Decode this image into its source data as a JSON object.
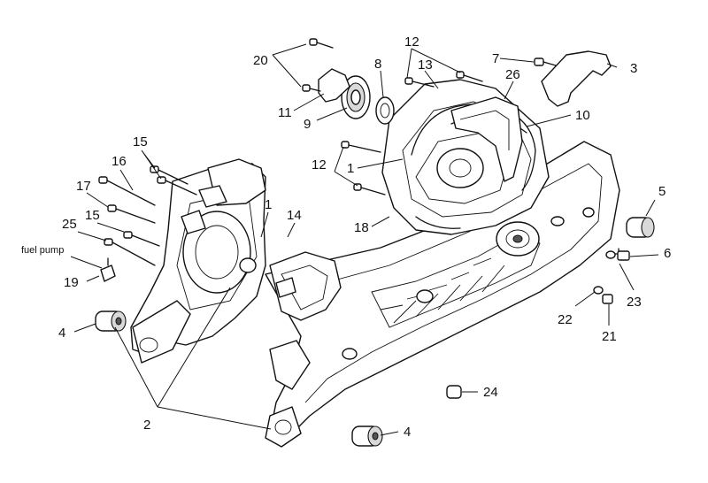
{
  "callouts": {
    "c1a": "1",
    "c1b": "1",
    "c2": "2",
    "c3": "3",
    "c4a": "4",
    "c4b": "4",
    "c5": "5",
    "c6": "6",
    "c7": "7",
    "c8": "8",
    "c9": "9",
    "c10": "10",
    "c11": "11",
    "c12a": "12",
    "c12b": "12",
    "c13": "13",
    "c14": "14",
    "c15a": "15",
    "c15b": "15",
    "c16": "16",
    "c17": "17",
    "c18": "18",
    "c19": "19",
    "c20": "20",
    "c21": "21",
    "c22": "22",
    "c23": "23",
    "c24": "24",
    "c25": "25",
    "c26": "26"
  },
  "notes": {
    "fuel_pump": "fuel pump"
  }
}
